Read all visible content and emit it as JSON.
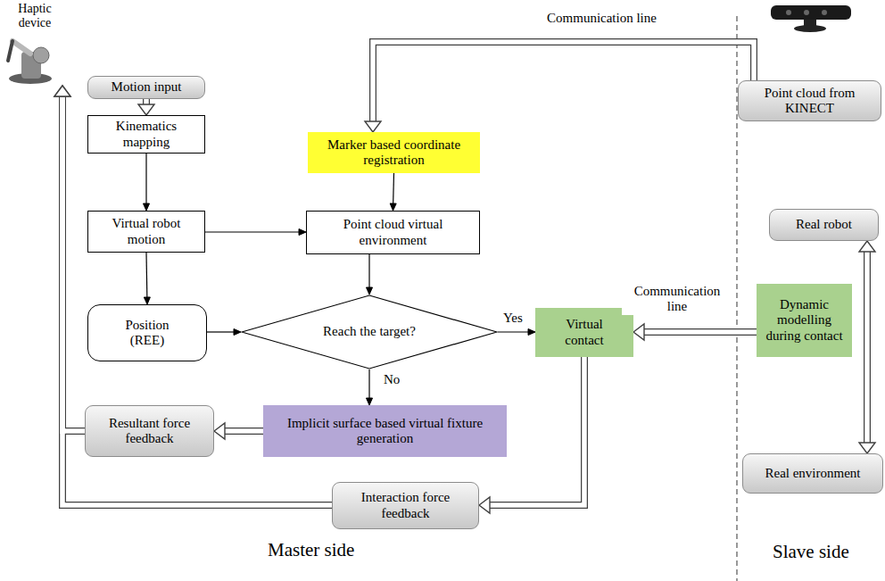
{
  "diagram": {
    "nodes": [
      {
        "text": [
          "Haptic device"
        ]
      },
      {
        "text": [
          "Motion input"
        ]
      },
      {
        "text": [
          "Kinematics mapping"
        ]
      },
      {
        "text": [
          "Marker based coordinate registration"
        ]
      },
      {
        "text": [
          "Point cloud from KINECT"
        ]
      },
      {
        "text": [
          "Virtual robot motion"
        ]
      },
      {
        "text": [
          "Point cloud virtual environment"
        ]
      },
      {
        "text": [
          "Real robot"
        ]
      },
      {
        "text": [
          "Position (REE)"
        ]
      },
      {
        "text": [
          "Reach the target?"
        ]
      },
      {
        "text": [
          "Virtual contact"
        ]
      },
      {
        "text": [
          "Dynamic modelling during contact"
        ]
      },
      {
        "text": [
          "Resultant force feedback"
        ]
      },
      {
        "text": [
          "Implicit surface based virtual fixture generation"
        ]
      },
      {
        "text": [
          "Real environment"
        ]
      },
      {
        "text": [
          "Interaction force feedback"
        ]
      }
    ],
    "edges": [
      {
        "from": 1,
        "to": 2,
        "arrow": "to"
      },
      {
        "from": 4,
        "to": 3,
        "arrow": "to",
        "label": "Communication line"
      },
      {
        "from": 2,
        "to": 5,
        "arrow": "to"
      },
      {
        "from": 3,
        "to": 6,
        "arrow": "to"
      },
      {
        "from": 5,
        "to": 6,
        "arrow": "to"
      },
      {
        "from": 5,
        "to": 8,
        "arrow": "to"
      },
      {
        "from": 6,
        "to": 9,
        "arrow": "to"
      },
      {
        "from": 8,
        "to": 9,
        "arrow": "to"
      },
      {
        "from": 9,
        "to": 10,
        "arrow": "to",
        "label": "Yes"
      },
      {
        "from": 11,
        "to": 10,
        "arrow": "to",
        "label": "Communication line"
      },
      {
        "from": 9,
        "to": 13,
        "arrow": "to",
        "label": "No"
      },
      {
        "from": 13,
        "to": 12,
        "arrow": "to"
      },
      {
        "from": 12,
        "to": 0,
        "arrow": "to"
      },
      {
        "from": 10,
        "to": 15,
        "arrow": "to"
      },
      {
        "from": 15,
        "to": 0,
        "arrow": "to"
      },
      {
        "from": 7,
        "to": 14,
        "arrow": "both"
      }
    ],
    "labels": [
      "Master side",
      "Slave side"
    ]
  }
}
